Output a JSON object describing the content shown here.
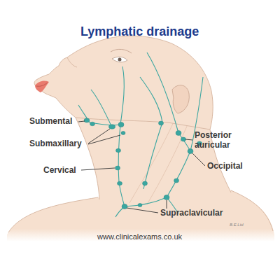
{
  "diagram": {
    "title": "Lymphatic drainage",
    "labels": [
      "Submental",
      "Submaxillary",
      "Cervical",
      "Posterior auricular",
      "Occipital",
      "Supraclavicular",
      "www.clinicalexams.co.uk",
      "B.E.Ltd"
    ]
  }
}
